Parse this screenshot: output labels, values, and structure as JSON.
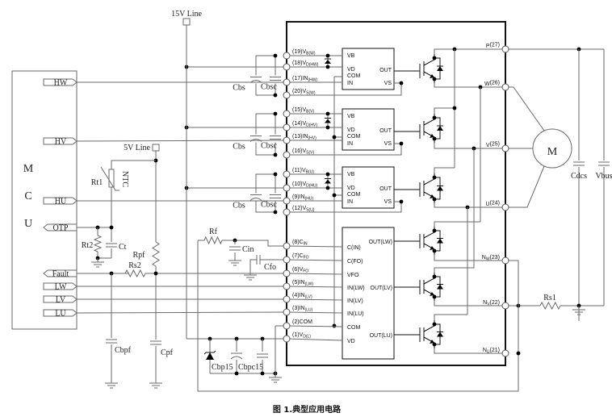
{
  "caption": "图 1.典型应用电路",
  "power": {
    "v15": "15V Line",
    "v5": "5V Line"
  },
  "mcu": {
    "letters": [
      "M",
      "C",
      "U"
    ],
    "ports": [
      {
        "label": "HW",
        "dir": "out"
      },
      {
        "label": "HV",
        "dir": "out"
      },
      {
        "label": "HU",
        "dir": "out"
      },
      {
        "label": "OTP",
        "dir": "in"
      },
      {
        "label": "Fault",
        "dir": "in"
      },
      {
        "label": "LW",
        "dir": "out"
      },
      {
        "label": "LV",
        "dir": "out"
      },
      {
        "label": "LU",
        "dir": "out"
      }
    ]
  },
  "components": {
    "rt1": "Rt1",
    "ntc": "NTC",
    "rt2": "Rt2",
    "ct": "Ct",
    "rs2": "Rs2",
    "rpf": "Rpf",
    "cbpf": "Cbpf",
    "cpf": "Cpf",
    "rf": "Rf",
    "cin": "Cin",
    "cfo": "Cfo",
    "cbp15": "Cbp15",
    "cbpc15": "Cbpc15",
    "rs1": "Rs1",
    "cdcs": "Cdcs",
    "vbus": "Vbus",
    "motor": "M",
    "cbs": [
      "Cbs",
      "Cbs",
      "Cbs"
    ],
    "cbsc": [
      "Cbsc",
      "Cbsc",
      "Cbsc"
    ]
  },
  "module": {
    "left_pins": [
      {
        "num": "(19)",
        "name": "V",
        "sub": "B(W)"
      },
      {
        "num": "(18)",
        "name": "V",
        "sub": "D(HW)"
      },
      {
        "num": "(17)",
        "name": "IN",
        "sub": "(HW)"
      },
      {
        "num": "(20)",
        "name": "V",
        "sub": "S(W)"
      },
      {
        "num": "(15)",
        "name": "V",
        "sub": "B(V)"
      },
      {
        "num": "(14)",
        "name": "V",
        "sub": "D(HV)"
      },
      {
        "num": "(13)",
        "name": "IN",
        "sub": "(HV)"
      },
      {
        "num": "(16)",
        "name": "V",
        "sub": "S(V)"
      },
      {
        "num": "(11)",
        "name": "V",
        "sub": "B(U)"
      },
      {
        "num": "(10)",
        "name": "V",
        "sub": "D(HU)"
      },
      {
        "num": "(9)",
        "name": "IN",
        "sub": "(HU)"
      },
      {
        "num": "(12)",
        "name": "V",
        "sub": "S(U)"
      },
      {
        "num": "(8)",
        "name": "C",
        "sub": "IN"
      },
      {
        "num": "(7)",
        "name": "C",
        "sub": "FO"
      },
      {
        "num": "(6)",
        "name": "V",
        "sub": "FO"
      },
      {
        "num": "(5)",
        "name": "IN",
        "sub": "(LW)"
      },
      {
        "num": "(4)",
        "name": "IN",
        "sub": "(LV)"
      },
      {
        "num": "(3)",
        "name": "IN",
        "sub": "(LU)"
      },
      {
        "num": "(2)",
        "name": "COM",
        "sub": ""
      },
      {
        "num": "(1)",
        "name": "V",
        "sub": "D(L)"
      }
    ],
    "right_pins": [
      {
        "name": "P",
        "sub": "",
        "num": "(27)"
      },
      {
        "name": "W",
        "sub": "",
        "num": "(26)"
      },
      {
        "name": "V",
        "sub": "",
        "num": "(25)"
      },
      {
        "name": "U",
        "sub": "",
        "num": "(24)"
      },
      {
        "name": "N",
        "sub": "W",
        "num": "(23)"
      },
      {
        "name": "N",
        "sub": "V",
        "num": "(22)"
      },
      {
        "name": "N",
        "sub": "U",
        "num": "(21)"
      }
    ],
    "high_drivers": [
      {
        "vb": "VB",
        "vd": "VD",
        "com": "COM",
        "in": "IN",
        "out": "OUT",
        "vs": "VS"
      },
      {
        "vb": "VB",
        "vd": "VD",
        "com": "COM",
        "in": "IN",
        "out": "OUT",
        "vs": "VS"
      },
      {
        "vb": "VB",
        "vd": "VD",
        "com": "COM",
        "in": "IN",
        "out": "OUT",
        "vs": "VS"
      }
    ],
    "low_driver": {
      "inputs": [
        "C(IN)",
        "C(FO)",
        "VFO",
        "IN(LW)",
        "IN(LV)",
        "IN(LU)",
        "COM",
        "VD"
      ],
      "outputs": [
        "OUT(LW)",
        "OUT(LV)",
        "OUT(LU)"
      ]
    }
  }
}
